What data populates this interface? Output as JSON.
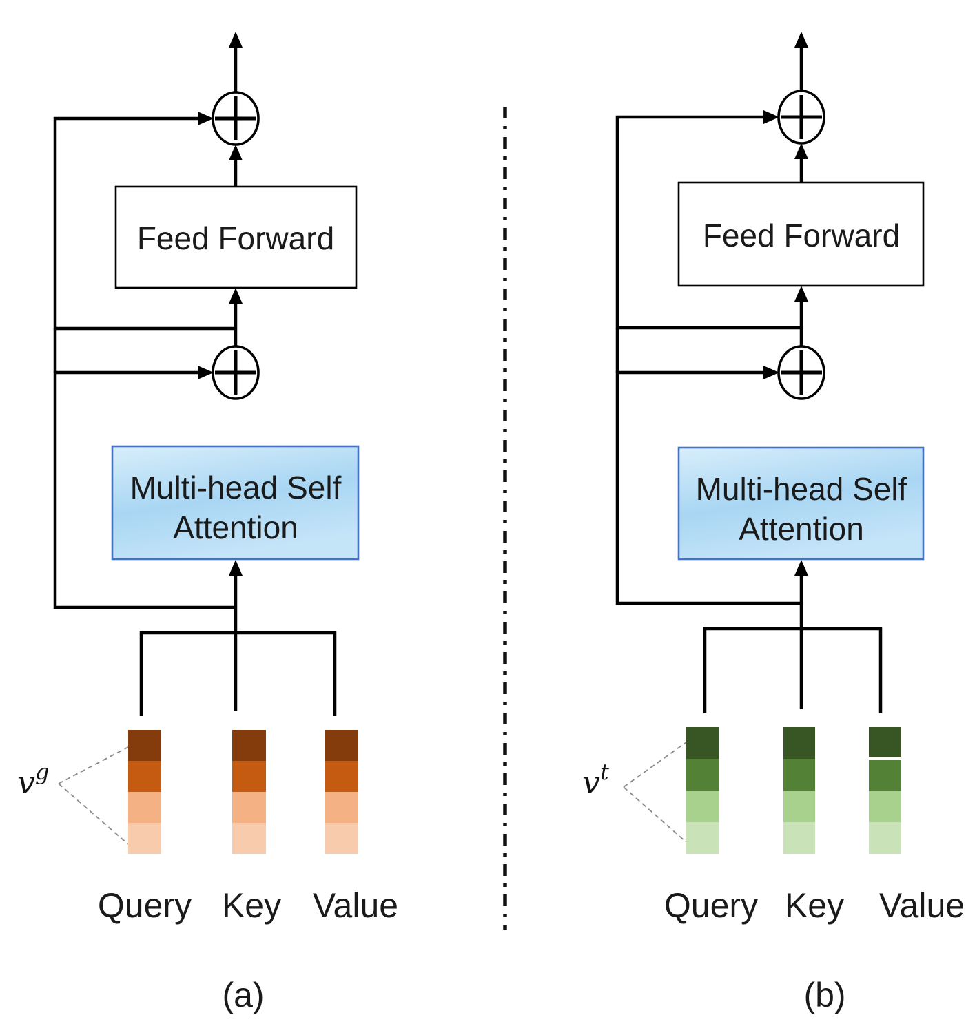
{
  "figure": {
    "description": "Two transformer encoder blocks separated by a dash-dot divider"
  },
  "styles": {
    "attention_border": "#4472C4",
    "attention_fill_top": "#D8EEFB",
    "attention_fill_mid": "#A9D6F3",
    "attention_fill_bottom": "#C4E4F8",
    "line_color": "#000000",
    "dash_color": "#8a8a8a"
  },
  "panels": [
    {
      "id": "a",
      "caption": "(a)",
      "vector_label": {
        "base": "v",
        "sup": "g"
      },
      "blocks": {
        "feed_forward": "Feed Forward",
        "attention_line1": "Multi-head Self",
        "attention_line2": "Attention"
      },
      "inputs": [
        "Query",
        "Key",
        "Value"
      ],
      "bar_colors": [
        "#843C0C",
        "#C55A11",
        "#F4B183",
        "#F8CBAD"
      ]
    },
    {
      "id": "b",
      "caption": "(b)",
      "vector_label": {
        "base": "v",
        "sup": "t"
      },
      "blocks": {
        "feed_forward": "Feed Forward",
        "attention_line1": "Multi-head Self",
        "attention_line2": "Attention"
      },
      "inputs": [
        "Query",
        "Key",
        "Value"
      ],
      "bar_colors": [
        "#375623",
        "#538135",
        "#A9D18E",
        "#C9E2B8"
      ]
    }
  ]
}
